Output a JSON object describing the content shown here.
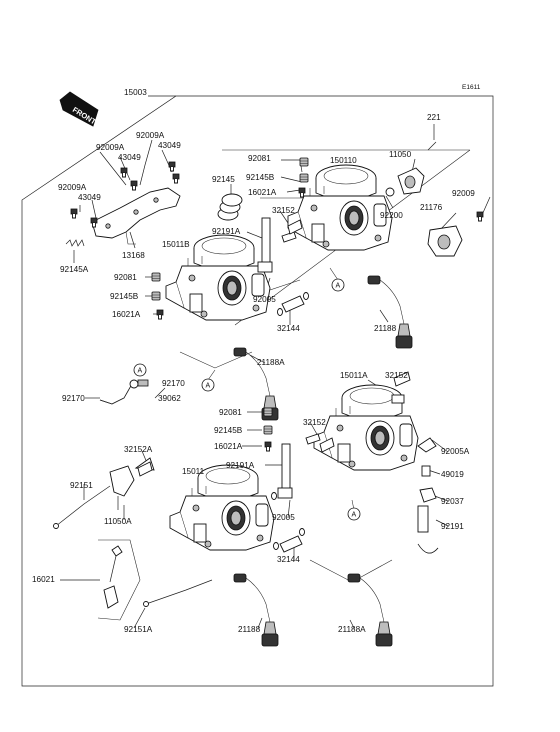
{
  "figure_id": "E1611",
  "front_label": "FRONT",
  "ref_marker": "A",
  "labels": {
    "p15003": "15003",
    "p221": "221",
    "p92009a_1": "92009A",
    "p92009a_2": "92009A",
    "p92009a_3": "92009A",
    "p43049_1": "43049",
    "p43049_2": "43049",
    "p43049_3": "43049",
    "p92081_1": "92081",
    "p92145b_1": "92145B",
    "p16021a_1": "16021A",
    "p150110": "150110",
    "p11050": "11050",
    "p92009": "92009",
    "p92145": "92145",
    "p32152_1": "32152",
    "p92200": "92200",
    "p21176": "21176",
    "p92145a": "92145A",
    "p13168": "13168",
    "p15011b": "15011B",
    "p92191a_1": "92191A",
    "p92081_2": "92081",
    "p92145b_2": "92145B",
    "p16021a_2": "16021A",
    "p92005_1": "92005",
    "p32144_1": "32144",
    "p21188_1": "21188",
    "p21188a_1": "21188A",
    "p92170_r": "92170",
    "p92170_l": "92170",
    "p39062": "39062",
    "p15011a": "15011A",
    "p32152_2": "32152",
    "p92081_3": "92081",
    "p92145b_3": "92145B",
    "p16021a_3": "16021A",
    "p32152_3": "32152",
    "p92005a": "92005A",
    "p32152a": "32152A",
    "p92191a_2": "92191A",
    "p49019": "49019",
    "p92151": "92151",
    "p15011": "15011",
    "p92037": "92037",
    "p11050a": "11050A",
    "p92005_2": "92005",
    "p92191": "92191",
    "p32144_2": "32144",
    "p16021": "16021",
    "p92151a": "92151A",
    "p21188_2": "21188",
    "p21188a_2": "21188A"
  }
}
